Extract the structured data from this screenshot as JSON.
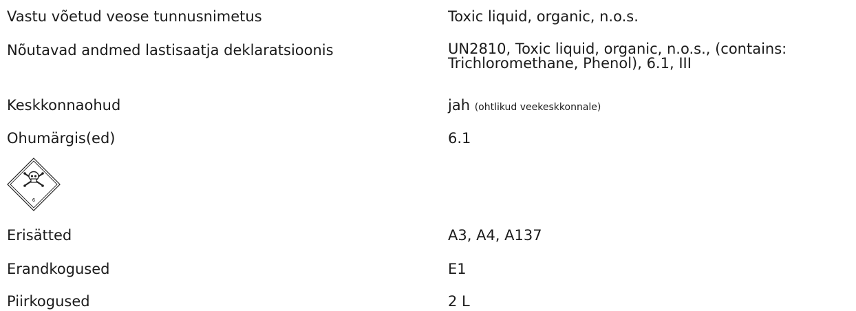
{
  "rows": [
    {
      "label": "Vastu võetud veose tunnusnimetus",
      "value": "Toxic liquid, organic, n.o.s."
    },
    {
      "label": "Nõutavad andmed lastisaatja deklaratsioonis",
      "value_line1": "UN2810, Toxic liquid, organic, n.o.s., (contains:",
      "value_line2": "Trichloromethane, Phenol), 6.1, III"
    },
    {
      "label": "Keskkonnaohud",
      "value": "jah",
      "note": "(ohtlikud veekeskkonnale)"
    },
    {
      "label": "Ohumärgis(ed)",
      "value": "6.1"
    },
    {
      "label": "Erisätted",
      "value": "A3, A4, A137"
    },
    {
      "label": "Erandkogused",
      "value": "E1"
    },
    {
      "label": "Piirkogused",
      "value": "2 L"
    }
  ],
  "placard": {
    "icon": "toxic-skull-crossbones-icon",
    "class_number": "6"
  }
}
